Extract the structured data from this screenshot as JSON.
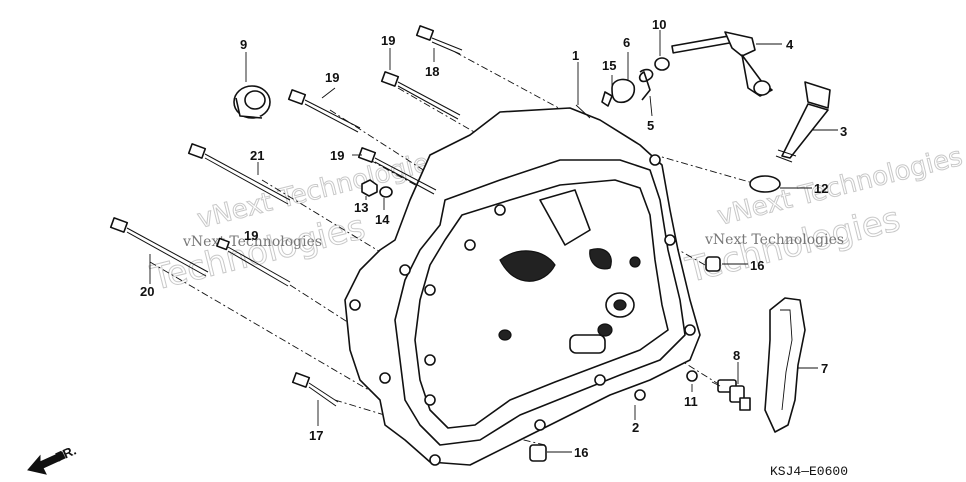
{
  "diagram": {
    "code": "KSJ4—E0600",
    "front_label": "FR.",
    "watermark": {
      "line1": "vNext Technologies",
      "line2": "Technologies"
    },
    "callouts": [
      "1",
      "2",
      "3",
      "4",
      "5",
      "6",
      "7",
      "8",
      "9",
      "10",
      "11",
      "12",
      "13",
      "14",
      "15",
      "16",
      "16",
      "17",
      "18",
      "19",
      "19",
      "19",
      "19",
      "20",
      "21"
    ]
  }
}
